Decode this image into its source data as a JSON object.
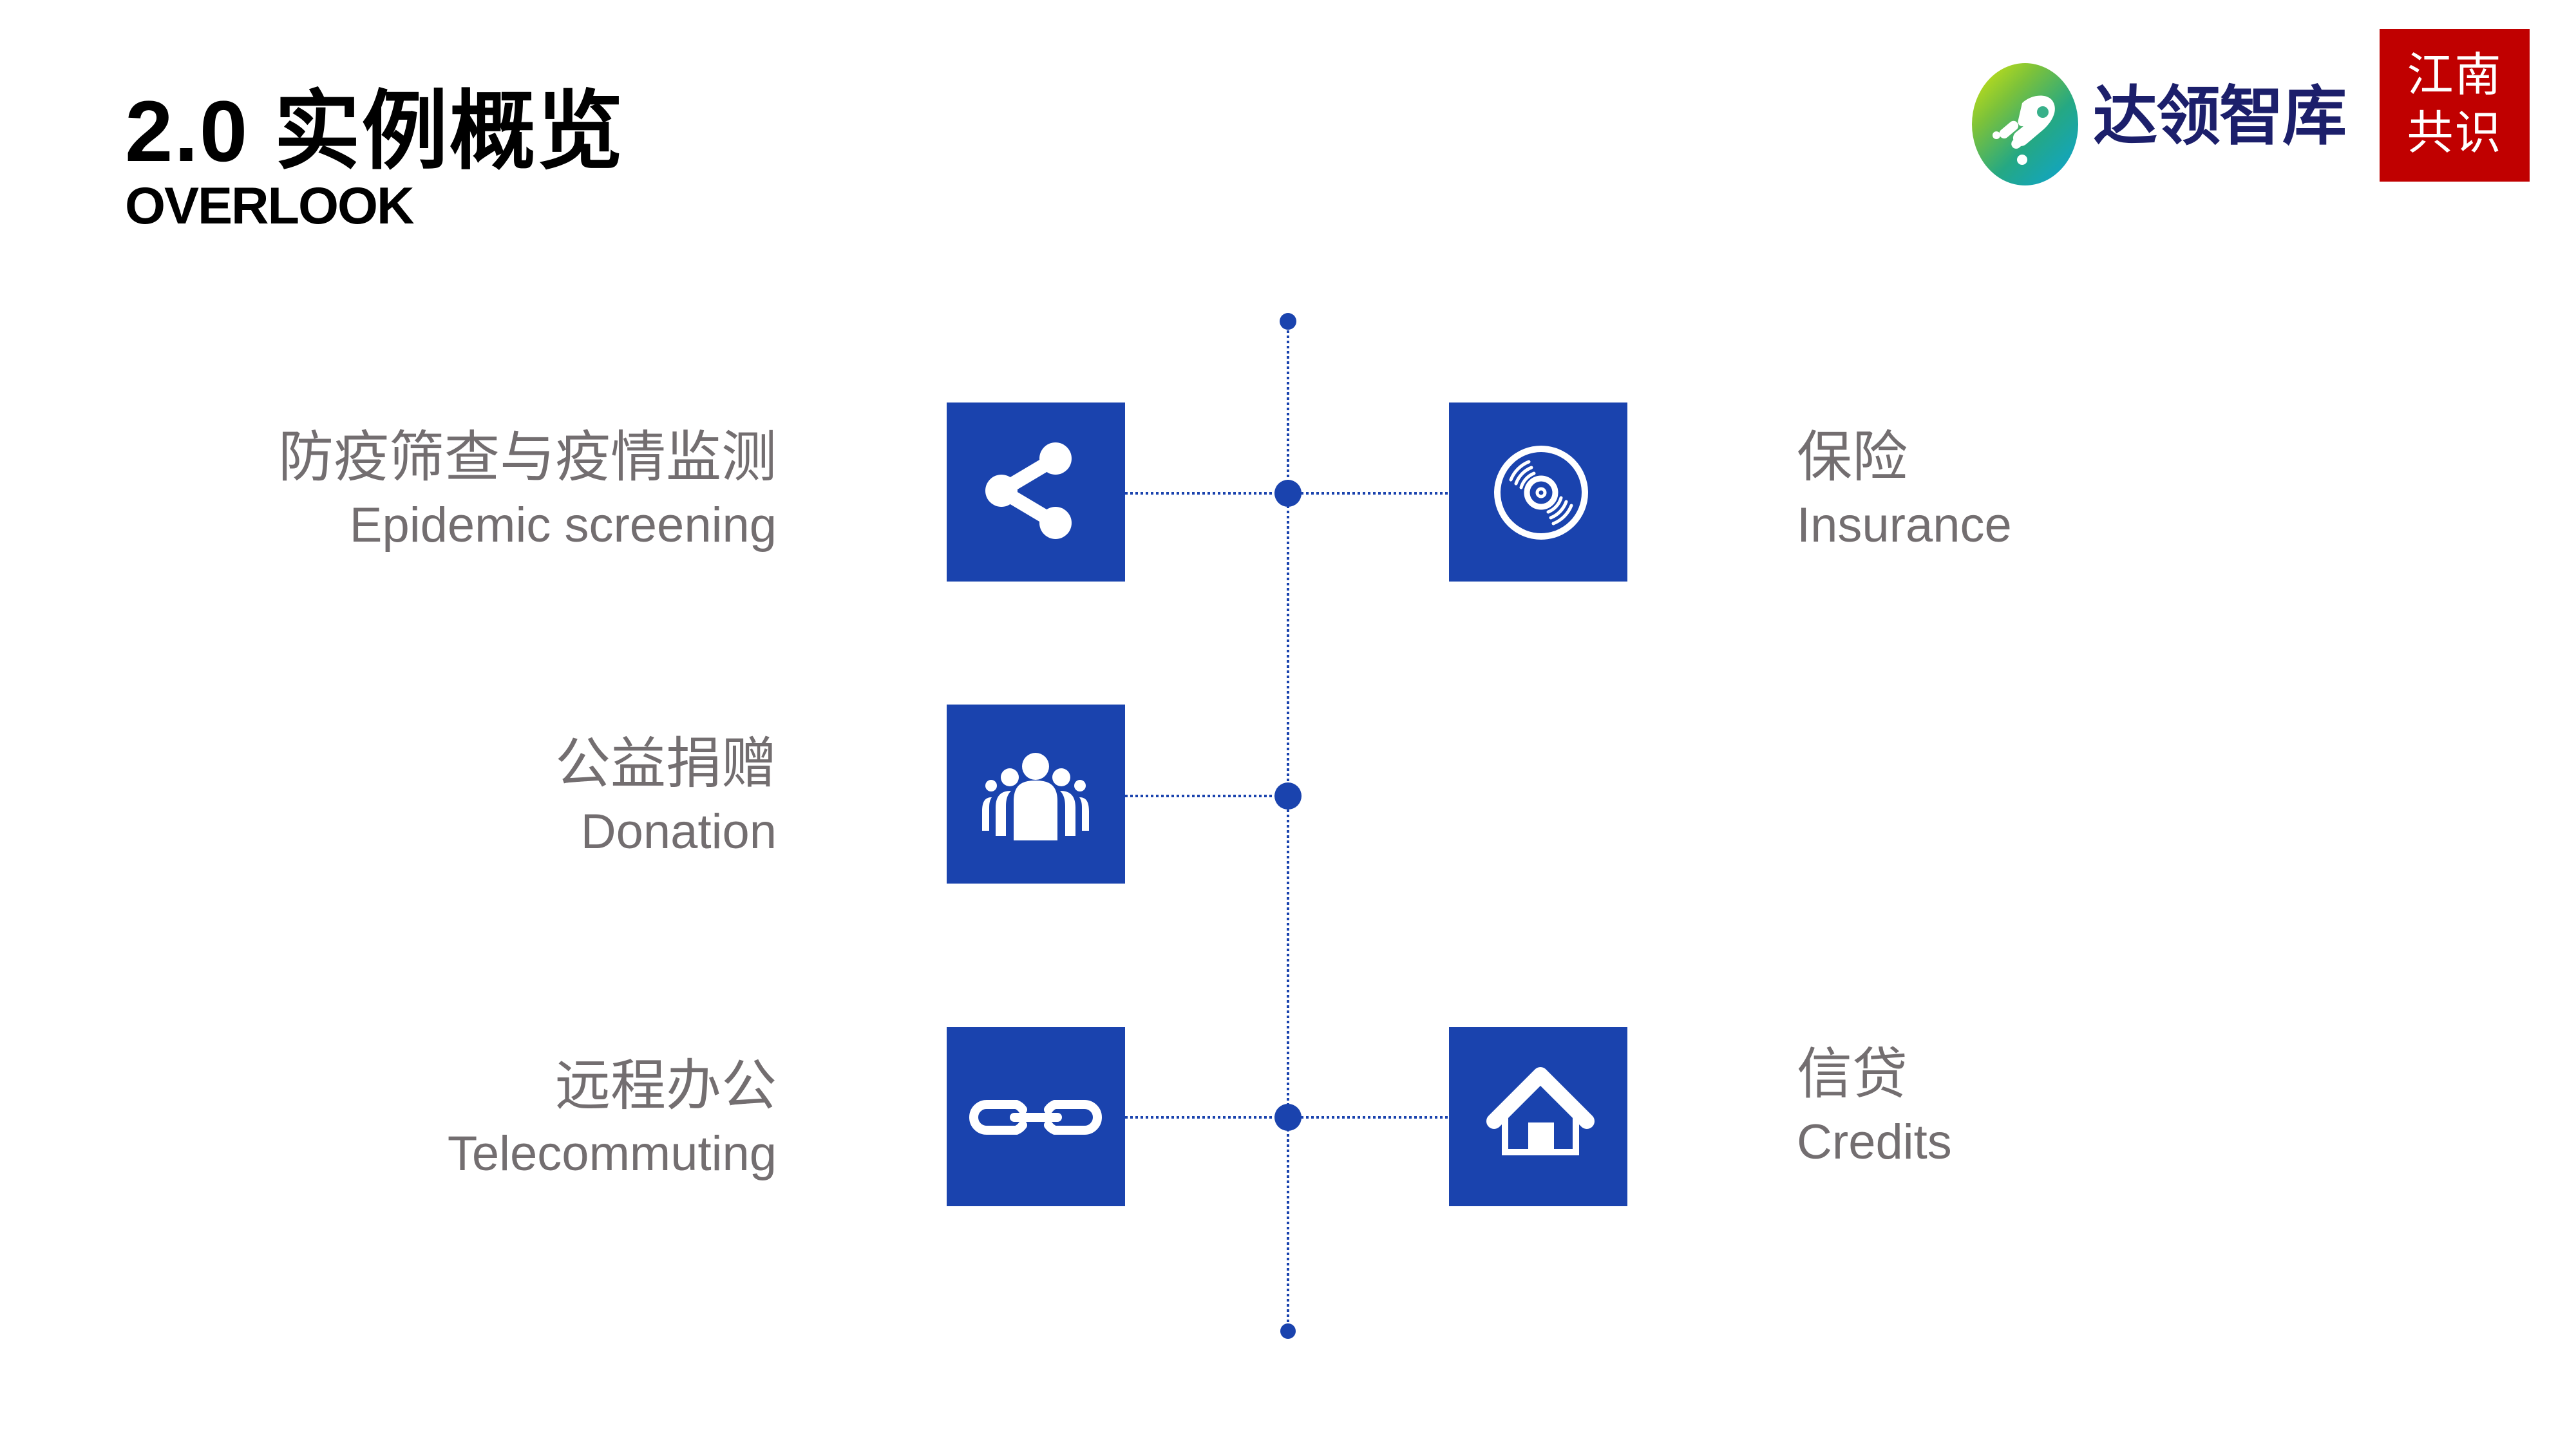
{
  "header": {
    "title": "2.0 实例概览",
    "subtitle": "OVERLOOK"
  },
  "branding": {
    "logo_text": "达领智库",
    "badge_line1": "江南",
    "badge_line2": "共识",
    "badge_color": "#c00000",
    "logo_text_color": "#1c1f6b"
  },
  "colors": {
    "accent_blue": "#1a43ae",
    "label_gray": "#736e70",
    "title_black": "#000000"
  },
  "timeline": {
    "items": [
      {
        "side": "left",
        "row": 1,
        "label_cn": "防疫筛查与疫情监测",
        "label_en": "Epidemic screening",
        "icon": "share-icon"
      },
      {
        "side": "right",
        "row": 1,
        "label_cn": "保险",
        "label_en": "Insurance",
        "icon": "disc-icon"
      },
      {
        "side": "left",
        "row": 2,
        "label_cn": "公益捐赠",
        "label_en": "Donation",
        "icon": "people-group-icon"
      },
      {
        "side": "left",
        "row": 3,
        "label_cn": "远程办公",
        "label_en": "Telecommuting",
        "icon": "link-chain-icon"
      },
      {
        "side": "right",
        "row": 3,
        "label_cn": "信贷",
        "label_en": "Credits",
        "icon": "house-icon"
      }
    ]
  }
}
